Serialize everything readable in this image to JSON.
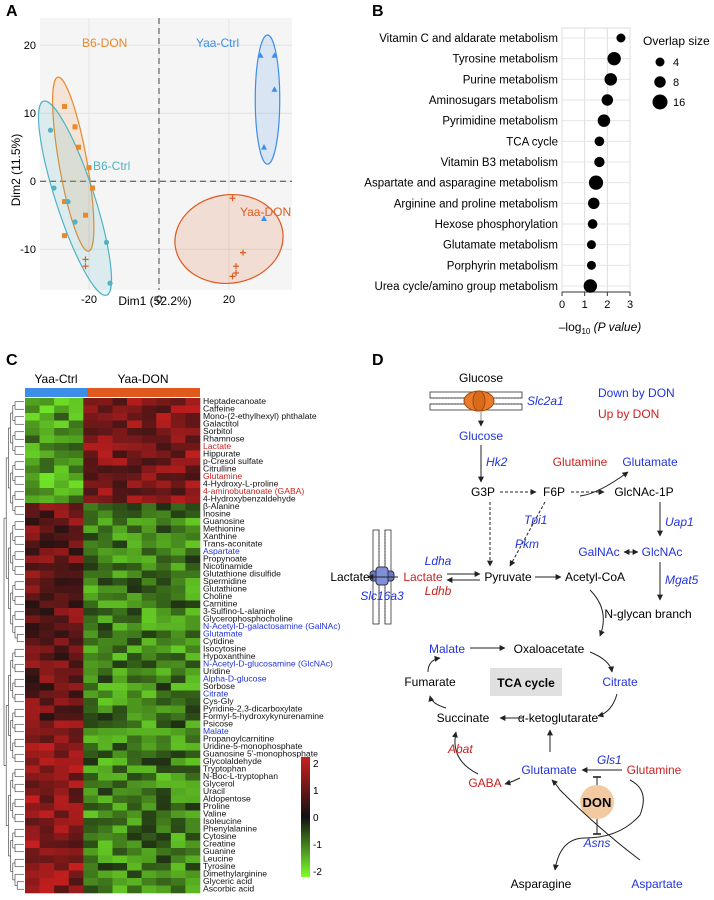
{
  "panels": {
    "a": "A",
    "b": "B",
    "c": "C",
    "d": "D"
  },
  "colors": {
    "b6_don": "#e8892c",
    "b6_ctrl": "#4fb3c4",
    "yaa_ctrl": "#3d8ee8",
    "yaa_don": "#e05a1e",
    "down": "#2233dd",
    "up": "#cc1f1f"
  },
  "chart_data": [
    {
      "type": "scatter",
      "xlabel": "Dim1 (52.2%)",
      "ylabel": "Dim2 (11.5%)",
      "xlim": [
        -34,
        38
      ],
      "ylim": [
        -16,
        24
      ],
      "xticks": [
        -20,
        0,
        20
      ],
      "yticks": [
        20,
        10,
        0,
        -10
      ],
      "series": [
        {
          "name": "B6-DON",
          "marker": "square",
          "color": "#e8892c",
          "points": [
            [
              -27,
              11
            ],
            [
              -24,
              8
            ],
            [
              -23,
              5
            ],
            [
              -27,
              -3
            ],
            [
              -19,
              -1
            ],
            [
              -21,
              -5
            ],
            [
              -27,
              -8
            ],
            [
              -20,
              2
            ]
          ]
        },
        {
          "name": "B6-Ctrl",
          "marker": "circle",
          "color": "#4fb3c4",
          "points": [
            [
              -31,
              7.5
            ],
            [
              -30,
              -1
            ],
            [
              -26,
              -3
            ],
            [
              -24,
              -6
            ],
            [
              -15,
              -9
            ],
            [
              -14,
              -15
            ]
          ]
        },
        {
          "name": "Yaa-Ctrl",
          "marker": "triangle",
          "color": "#3d8ee8",
          "points": [
            [
              29,
              18.5
            ],
            [
              33,
              18.5
            ],
            [
              33,
              13.5
            ],
            [
              30,
              -5.5
            ],
            [
              30,
              5
            ]
          ]
        },
        {
          "name": "Yaa-DON",
          "marker": "plus",
          "color": "#e05a1e",
          "points": [
            [
              21,
              -2.5
            ],
            [
              24,
              -10.5
            ],
            [
              22,
              -12.5
            ],
            [
              22,
              -13.5
            ],
            [
              21,
              -14
            ],
            [
              -21,
              -11.5
            ],
            [
              -21,
              -12.5
            ]
          ]
        }
      ]
    },
    {
      "type": "scatter",
      "xlabel_prefix": "–log",
      "xlabel_sub": "10",
      "xlabel_suffix": " (P value)",
      "xlim": [
        0,
        3
      ],
      "xticks": [
        0,
        1,
        2,
        3
      ],
      "legend_title": "Overlap size",
      "legend": [
        {
          "label": "4",
          "size": 4
        },
        {
          "label": "8",
          "size": 8
        },
        {
          "label": "16",
          "size": 16
        }
      ],
      "categories": [
        "Vitamin C and aldarate metabolism",
        "Tyrosine metabolism",
        "Purine metabolism",
        "Aminosugars metabolism",
        "Pyrimidine metabolism",
        "TCA cycle",
        "Vitamin B3 metabolism",
        "Aspartate and asparagine metabolism",
        "Arginine and proline metabolism",
        "Hexose phosphorylation",
        "Glutamate metabolism",
        "Porphyrin metabolism",
        "Urea cycle/amino group metabolism"
      ],
      "values": [
        2.6,
        2.3,
        2.15,
        2.0,
        1.85,
        1.65,
        1.65,
        1.5,
        1.4,
        1.35,
        1.3,
        1.3,
        1.25
      ],
      "sizes": [
        4,
        12,
        10,
        8,
        10,
        5,
        6,
        14,
        8,
        5,
        4,
        4,
        12
      ]
    },
    {
      "type": "heatmap",
      "groups": [
        "Yaa-Ctrl",
        "Yaa-DON"
      ],
      "colorbar_ticks": [
        "2",
        "1",
        "0",
        "-1",
        "-2"
      ],
      "rows": [
        "Heptadecanoate",
        "Caffeine",
        "Mono-(2-ethylhexyl) phthalate",
        "Galactitol",
        "Sorbitol",
        "Rhamnose",
        "Lactate",
        "Hippurate",
        "p-Cresol sulfate",
        "Citrulline",
        "Glutamine",
        "4-Hydroxy-L-proline",
        "4-aminobutanoate (GABA)",
        "4-Hydroxybenzaldehyde",
        "β-Alanine",
        "Inosine",
        "Guanosine",
        "Methionine",
        "Xanthine",
        "Trans-aconitate",
        "Aspartate",
        "Propynoate",
        "Nicotinamide",
        "Glutathione disulfide",
        "Spermidine",
        "Glutathione",
        "Choline",
        "Carnitine",
        "3-Sulfino-L-alanine",
        "Glycerophosphocholine",
        "N-Acetyl-D-galactosamine (GalNAc)",
        "Glutamate",
        "Cytidine",
        "Isocytosine",
        "Hypoxanthine",
        "N-Acetyl-D-glucosamine (GlcNAc)",
        "Uridine",
        "Alpha-D-glucose",
        "Sorbose",
        "Citrate",
        "Cys-Gly",
        "Pyridine-2,3-dicarboxylate",
        "Formyl-5-hydroxykynurenamine",
        "Psicose",
        "Malate",
        "Propanoylcarnitine",
        "Uridine-5-monophosphate",
        "Guanosine 5'-monophosphate",
        "Glycolaldehyde",
        "Tryptophan",
        "N-Boc-L-tryptophan",
        "Glycerol",
        "Uracil",
        "Aldopentose",
        "Proline",
        "Valine",
        "Isoleucine",
        "Phenylalanine",
        "Cytosine",
        "Creatine",
        "Guanine",
        "Leucine",
        "Tyrosine",
        "Dimethylarginine",
        "Glyceric acid",
        "Ascorbic acid"
      ],
      "row_colors": {
        "Lactate": "up",
        "Glutamine": "up",
        "4-aminobutanoate (GABA)": "up",
        "Aspartate": "down",
        "N-Acetyl-D-galactosamine (GalNAc)": "down",
        "Glutamate": "down",
        "N-Acetyl-D-glucosamine (GlcNAc)": "down",
        "Alpha-D-glucose": "down",
        "Citrate": "down",
        "Malate": "down"
      }
    }
  ],
  "pathway": {
    "legend_down": "Down by DON",
    "legend_up": "Up by DON",
    "glucose_top": "Glucose",
    "slc2a1": "Slc2a1",
    "glucose": "Glucose",
    "hk2": "Hk2",
    "g3p": "G3P",
    "glutamine_top": "Glutamine",
    "glutamate_top": "Glutamate",
    "f6p": "F6P",
    "glcnac1p": "GlcNAc-1P",
    "tpi1": "Tpi1",
    "uap1": "Uap1",
    "pkm": "Pkm",
    "galnac": "GalNAc",
    "glcnac": "GlcNAc",
    "ldha": "Ldha",
    "lactate_out": "Lactate",
    "lactate_in": "Lactate",
    "pyruvate": "Pyruvate",
    "acetylcoa": "Acetyl-CoA",
    "mgat5": "Mgat5",
    "ldhb": "Ldhb",
    "slc16a3": "Slc16a3",
    "nglycan": "N-glycan branch",
    "malate": "Malate",
    "oxaloacetate": "Oxaloacetate",
    "fumarate": "Fumarate",
    "tca": "TCA cycle",
    "citrate": "Citrate",
    "succinate": "Succinate",
    "akg": "α-ketoglutarate",
    "abat": "Abat",
    "gls1": "Gls1",
    "glutamate_bot": "Glutamate",
    "glutamine_bot": "Glutamine",
    "gaba": "GABA",
    "don": "DON",
    "asns": "Asns",
    "asparagine": "Asparagine",
    "aspartate": "Aspartate"
  }
}
